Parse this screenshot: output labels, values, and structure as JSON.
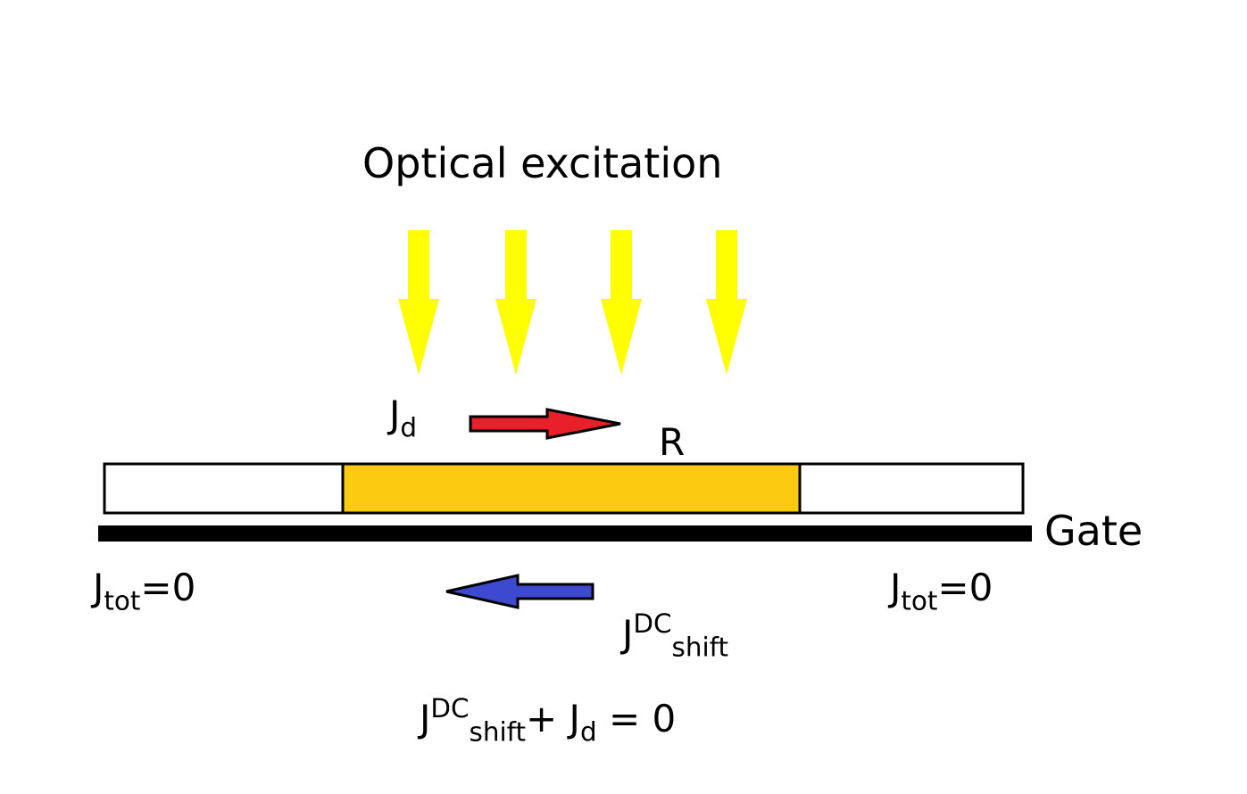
{
  "title": "Optical excitation",
  "labels": {
    "jd_main": "J",
    "jd_sub": "d",
    "r": "R",
    "gate": "Gate",
    "jtot_left_main": "J",
    "jtot_left_sub": "tot",
    "jtot_left_rest": "=0",
    "jtot_right_main": "J",
    "jtot_right_sub": "tot",
    "jtot_right_rest": "=0",
    "jshift_main": "J",
    "jshift_sup": "DC",
    "jshift_sub": "shift",
    "eq_j1": "J",
    "eq_sup": "DC",
    "eq_sub1": "shift",
    "eq_plus": "+ J",
    "eq_sub2": "d",
    "eq_rest": " = 0"
  },
  "colors": {
    "excitation_arrow": "#ffff00",
    "active_region": "#fdca12",
    "drift_arrow": "#e8202a",
    "shift_arrow": "#3d4ad0",
    "gate": "#000000"
  }
}
